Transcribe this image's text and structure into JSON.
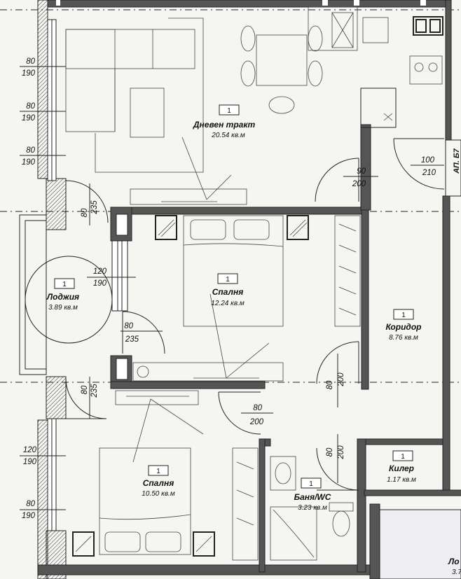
{
  "rooms": [
    {
      "num": "1",
      "name": "Дневен тракт",
      "area": "20.54 кв.м"
    },
    {
      "num": "1",
      "name": "Спалня",
      "area": "12.24 кв.м"
    },
    {
      "num": "1",
      "name": "Лоджия",
      "area": "3.89 кв.м"
    },
    {
      "num": "1",
      "name": "Коридор",
      "area": "8.76 кв.м"
    },
    {
      "num": "1",
      "name": "Спалня",
      "area": "10.50 кв.м"
    },
    {
      "num": "1",
      "name": "Баня/WC",
      "area": "3.23 кв.м"
    },
    {
      "num": "1",
      "name": "Килер",
      "area": "1.17 кв.м"
    },
    {
      "num": "",
      "name": "Ло",
      "area": "3.7"
    }
  ],
  "dimensions": [
    {
      "w": "80",
      "h": "190"
    },
    {
      "w": "80",
      "h": "190"
    },
    {
      "w": "80",
      "h": "190"
    },
    {
      "w": "80",
      "h": "235"
    },
    {
      "w": "120",
      "h": "190"
    },
    {
      "w": "80",
      "h": "235"
    },
    {
      "w": "80",
      "h": "235"
    },
    {
      "w": "120",
      "h": "190"
    },
    {
      "w": "80",
      "h": "190"
    },
    {
      "w": "90",
      "h": "200"
    },
    {
      "w": "100",
      "h": "210"
    },
    {
      "w": "80",
      "h": "200"
    },
    {
      "w": "80",
      "h": "200"
    },
    {
      "w": "80",
      "h": "200"
    }
  ],
  "apartment_label": "АП. Б7"
}
